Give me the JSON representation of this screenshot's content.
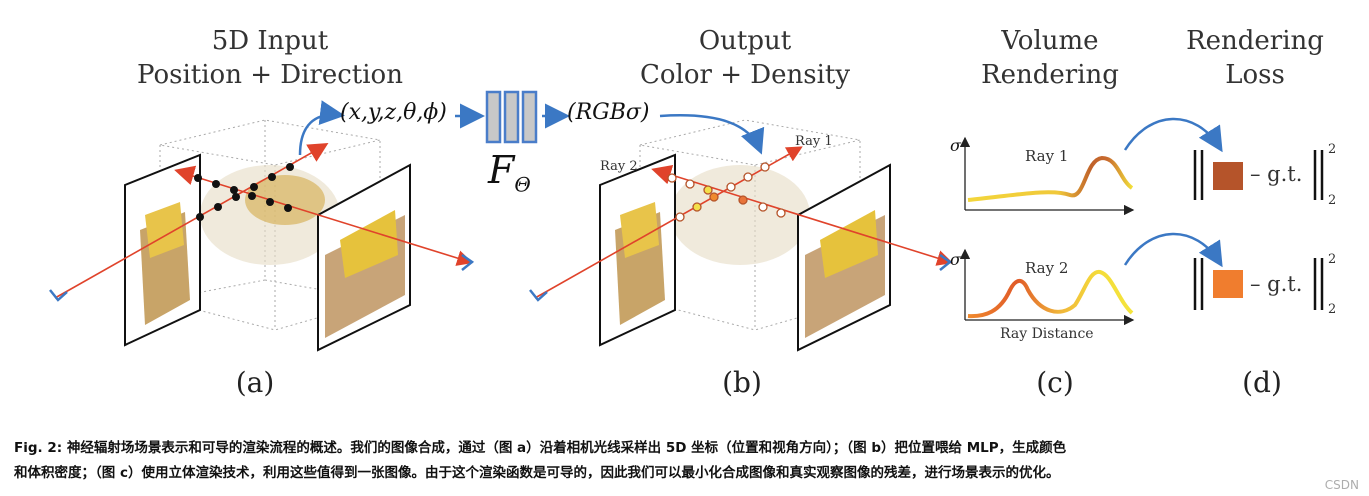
{
  "titles": {
    "input_line1": "5D Input",
    "input_line2": "Position + Direction",
    "output_line1": "Output",
    "output_line2": "Color + Density",
    "volume_line1": "Volume",
    "volume_line2": "Rendering",
    "loss_line1": "Rendering",
    "loss_line2": "Loss"
  },
  "formulas": {
    "input_tuple": "(x,y,z,θ,ϕ)",
    "output_tuple": "(RGBσ)",
    "network_symbol": "F",
    "network_subscript": "Θ"
  },
  "ray_labels": {
    "ray1": "Ray 1",
    "ray2": "Ray 2"
  },
  "plots": {
    "sigma": "σ",
    "ray1_title": "Ray 1",
    "ray2_title": "Ray 2",
    "xlabel": "Ray Distance"
  },
  "loss": {
    "gt_text": "– g.t.",
    "exp": "2",
    "sub": "2",
    "ray1_color": "#b5542a",
    "ray2_color": "#f07d2e"
  },
  "panel_labels": {
    "a": "(a)",
    "b": "(b)",
    "c": "(c)",
    "d": "(d)"
  },
  "colors": {
    "blue_arrow": "#3b78c4",
    "red_ray": "#e0432b",
    "network_box": "#4a7dc9"
  },
  "caption": {
    "line1": "Fig. 2: 神经辐射场场景表示和可导的渲染流程的概述。我们的图像合成，通过（图 a）沿着相机光线采样出 5D 坐标（位置和视角方向）；（图 b）把位置喂给 MLP，生成颜色",
    "line2": "和体积密度；（图 c）使用立体渲染技术，利用这些值得到一张图像。由于这个渲染函数是可导的，因此我们可以最小化合成图像和真实观察图像的残差，进行场景表示的优化。"
  },
  "watermark": "CSDN"
}
